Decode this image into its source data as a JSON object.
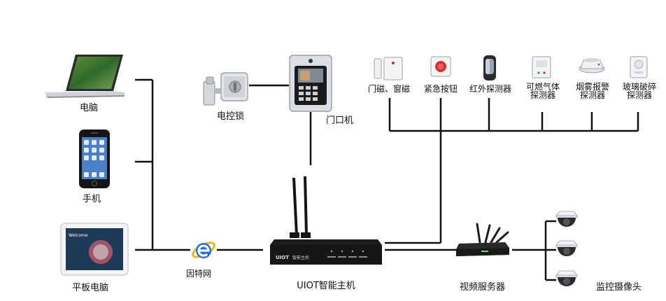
{
  "devices": {
    "computer": "电脑",
    "phone": "手机",
    "tablet": "平板电脑",
    "internet": "因特网",
    "main_host": "UIOT智能主机",
    "electric_lock": "电控锁",
    "door_unit": "门口机",
    "video_server": "视频服务器",
    "cameras": "监控摄像头"
  },
  "sensors": [
    {
      "line1": "门磁、窗磁",
      "line2": ""
    },
    {
      "line1": "紧急按钮",
      "line2": ""
    },
    {
      "line1": "红外探测器",
      "line2": ""
    },
    {
      "line1": "可燃气体",
      "line2": "探测器"
    },
    {
      "line1": "烟雾报警",
      "line2": "探测器"
    },
    {
      "line1": "玻璃破碎",
      "line2": "探测器"
    }
  ],
  "host_brand": "UIOT",
  "host_brand_sub": "智能主机",
  "tablet_screen_text": "Welcome",
  "colors": {
    "line": "#111111",
    "device_dark": "#1c1c1c",
    "device_silver": "#c9cdd2",
    "ie_blue": "#1e6fd0",
    "ie_ring": "#f1b21c"
  }
}
